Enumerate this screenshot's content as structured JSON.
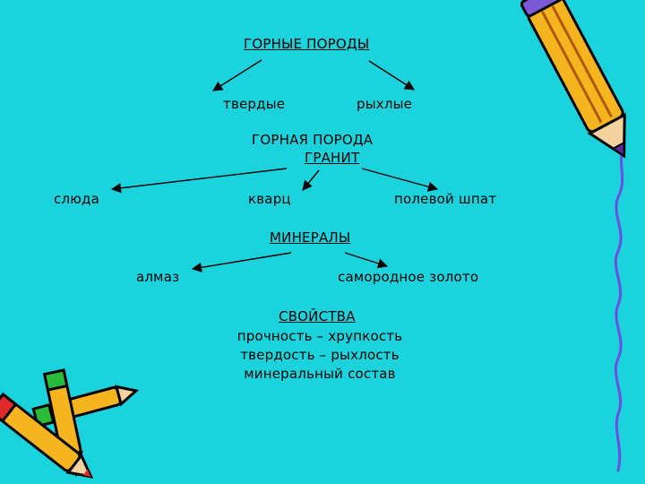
{
  "rocks": {
    "title": "ГОРНЫЕ ПОРОДЫ",
    "solid": "твердые",
    "loose": "рыхлые"
  },
  "granite": {
    "title_line1": "ГОРНАЯ ПОРОДА",
    "title_line2": "ГРАНИТ",
    "mica": "слюда",
    "quartz": "кварц",
    "feldspar": "полевой шпат"
  },
  "minerals": {
    "title": "МИНЕРАЛЫ",
    "diamond": "алмаз",
    "gold": "самородное золото"
  },
  "properties": {
    "title": "СВОЙСТВА",
    "items": [
      "прочность – хрупкость",
      "твердость – рыхлость",
      "минеральный состав"
    ]
  },
  "colors": {
    "background": "#1ad3dd",
    "pencil_body": "#f6b51e",
    "line_wavy": "#6b4fe0"
  },
  "icons": [
    "pencil-icon",
    "crossed-pencils-icon"
  ]
}
